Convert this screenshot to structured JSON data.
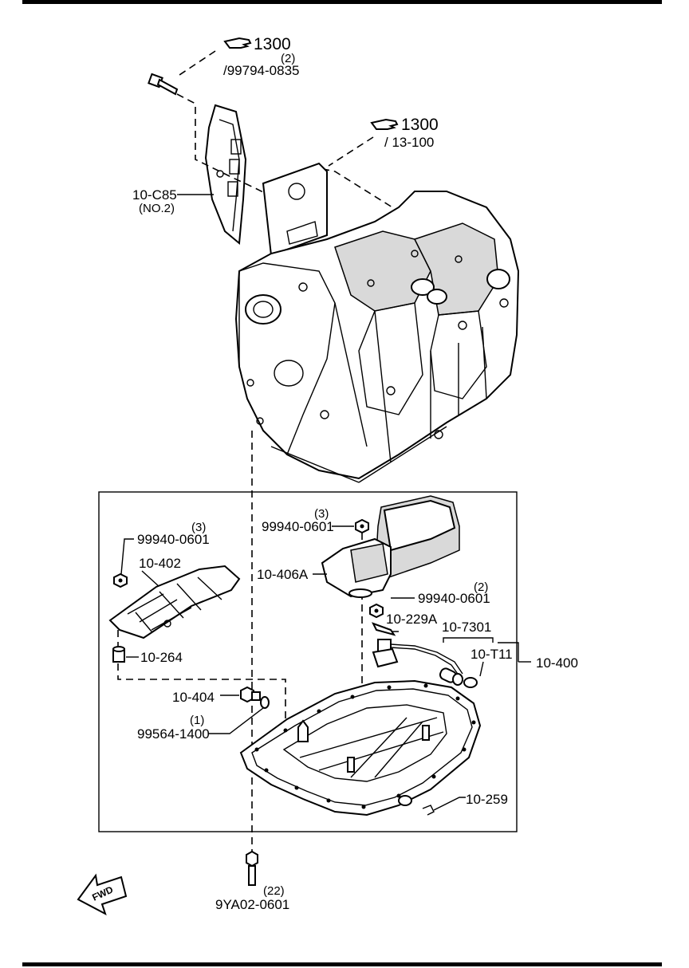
{
  "references": {
    "ref_top": {
      "group": "1300",
      "qty": "(2)",
      "part": "/99794-0835"
    },
    "ref_mid": {
      "group": "1300",
      "part": "/ 13-100"
    }
  },
  "labels": {
    "cover": "10-C85",
    "cover_sub": "(NO.2)",
    "nut_left_qty": "(3)",
    "nut_left": "99940-0601",
    "baffle": "10-402",
    "dowel": "10-264",
    "drain_plug": "10-404",
    "washer_qty": "(1)",
    "washer": "99564-1400",
    "nut_mid_qty": "(3)",
    "nut_mid": "99940-0601",
    "strainer": "10-406A",
    "nut_right_qty": "(2)",
    "nut_right": "99940-0601",
    "bracket": "10-229A",
    "sensor": "10-7301",
    "oring": "10-T11",
    "oil_pan_group": "10-400",
    "clip": "10-259",
    "bolt_qty": "(22)",
    "bolt": "9YA02-0601",
    "fwd": "FWD"
  },
  "icons": [
    "hand-pointer-icon",
    "fwd-arrow-icon"
  ]
}
